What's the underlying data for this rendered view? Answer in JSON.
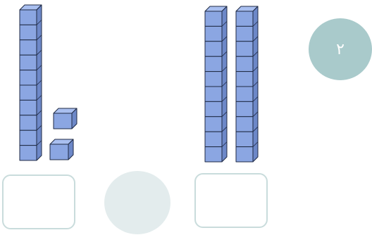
{
  "problem": {
    "number_label": "٢"
  },
  "groups": {
    "left": {
      "tens": 1,
      "ones": 2
    },
    "right": {
      "tens": 2,
      "ones": 0
    }
  },
  "colors": {
    "block_front": "#8ba6e2",
    "block_side": "#6d88c8",
    "block_top": "#a9bff0",
    "block_outline": "#1f2a44",
    "answer_box_border": "#c9dcdc",
    "compare_circle": "#e3eced",
    "badge": "#a9cacb"
  }
}
